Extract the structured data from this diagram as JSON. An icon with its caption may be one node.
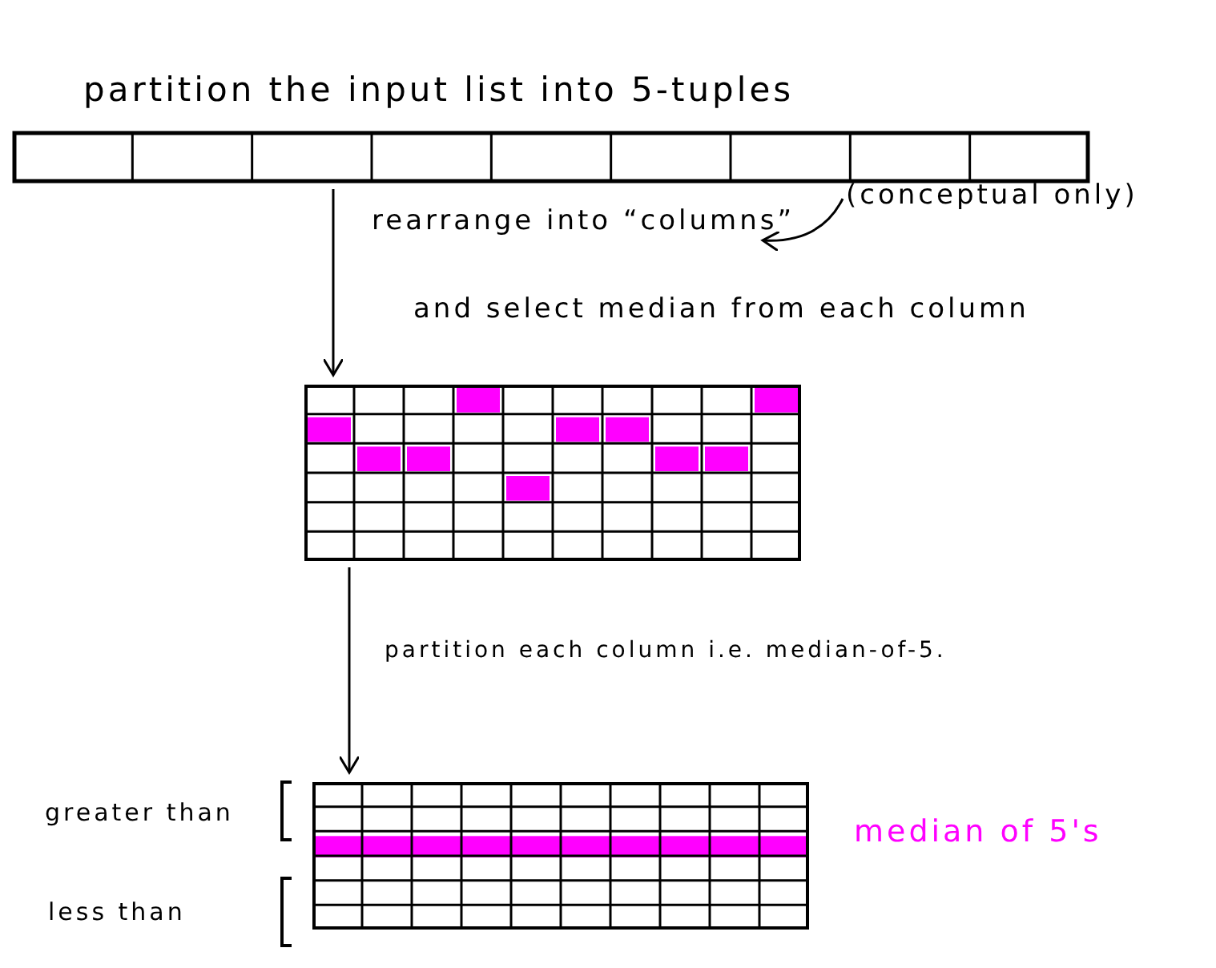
{
  "diagram": {
    "nodes": [
      {
        "text": [],
        "shape": "bar",
        "beside": [
          "partition the input list into 5-tuples"
        ]
      },
      {
        "text": [],
        "shape": "box"
      },
      {
        "text": [],
        "shape": "box"
      },
      {
        "text": [
          "rearrange into “columns”"
        ]
      },
      {
        "text": [
          "(conceptual only)"
        ]
      }
    ],
    "edges": [
      {
        "from": 0,
        "to": 1,
        "arrow": "to"
      },
      {
        "from": 1,
        "to": 2,
        "arrow": "to",
        "label": "partition each column i.e. median-of-5."
      },
      {
        "from": 4,
        "to": 3,
        "arrow": "to"
      }
    ],
    "labels": [
      "and select median from each column",
      "greater than",
      "less than",
      "median of 5's"
    ]
  }
}
